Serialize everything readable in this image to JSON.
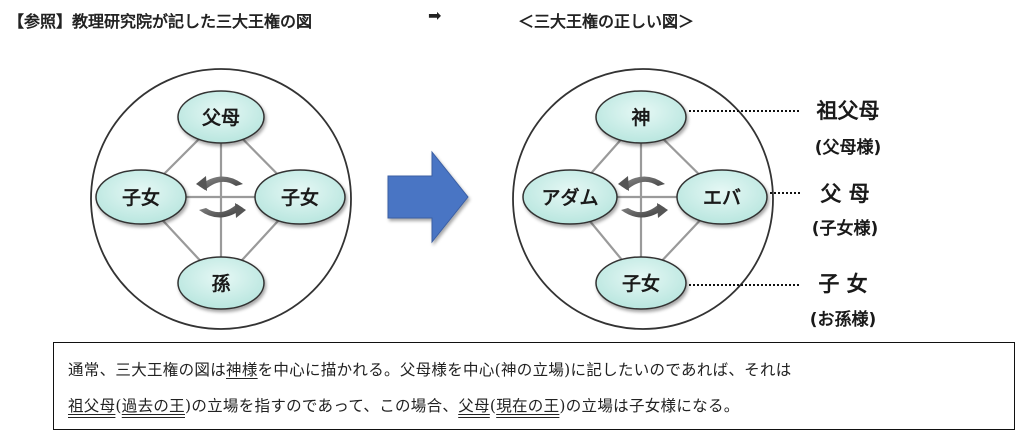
{
  "header": {
    "left_title": "【参照】教理研究院が記した三大王権の図",
    "arrow": "➡",
    "right_title": "＜三大王権の正しい図＞"
  },
  "left_diagram": {
    "top": "父母",
    "left": "子女",
    "right": "子女",
    "bottom": "孫"
  },
  "right_diagram": {
    "top": "神",
    "left": "アダム",
    "right": "エバ",
    "bottom": "子女"
  },
  "side_labels": {
    "top_main": "祖父母",
    "top_sub": "(父母様)",
    "mid_main": "父 母",
    "mid_sub": "(子女様)",
    "bottom_main": "子 女",
    "bottom_sub": "(お孫様)"
  },
  "note": {
    "l1_a": "通常、三大王権の図は",
    "l1_b": "神様",
    "l1_c": "を中心に描かれる。父母様を中心(神の立場)に記したいのであれば、それは",
    "l2_a": "祖父母",
    "l2_b": "(",
    "l2_c": "過去の王",
    "l2_d": ")の立場を指すのであって、この場合、",
    "l2_e": "父母",
    "l2_f": "(",
    "l2_g": "現在の王",
    "l2_h": ")の立場は子女様になる。"
  },
  "colors": {
    "node_fill": "#cdeee9",
    "node_stroke": "#333333",
    "big_arrow": "#4a74c4"
  }
}
